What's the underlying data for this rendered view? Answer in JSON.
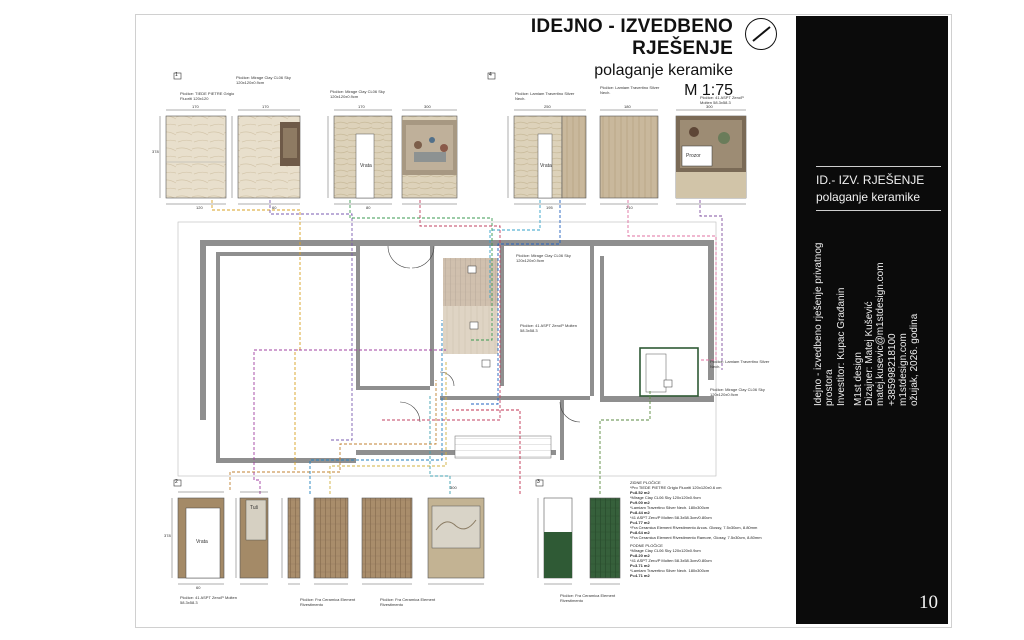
{
  "title": {
    "main": "IDEJNO - IZVEDBENO RJEŠENJE",
    "sub": "polaganje keramike",
    "scale": "M 1:75"
  },
  "sidebar": {
    "head_line1": "ID.- IZV. RJEŠENJE",
    "head_line2": "polaganje keramike",
    "info": [
      "Idejno - izvedbeno rješenje privatnog prostora",
      "Investitor: Kupac Građanin",
      "M1st design",
      "Dizajner: Matej Kušević",
      "matej.kusevic@m1stdesign.com",
      "+385998218100",
      "m1stdesign.com",
      "ožujak, 2026. godina"
    ],
    "page_number": "10"
  },
  "labels": {
    "sec1": "1",
    "sec2": "2",
    "sec3": "3",
    "sec4": "4",
    "vrata": "Vrata",
    "prozor": "Prozor",
    "tuš": "Tuš"
  },
  "dims": {
    "d170": "170",
    "d120": "120",
    "d300": "300",
    "d60": "60",
    "d250": "250",
    "d378": "378",
    "d180": "180",
    "d210": "210",
    "d195": "195",
    "d80": "80"
  },
  "legend": {
    "zidne_title": "ZIDNE PLOČICE",
    "zidne": [
      "*Pro TIEDE PIETRE Grigio Fluoriti 120x120x0.6 cm",
      "P=8.52 m2",
      "*Mirage Clay CL06 Sky 120x120x0.9cm",
      "P=9.00 m2",
      "*Lamiam Travertino Silver Nech. 180x300cm",
      "P=8.44 m2",
      "*41 ASPT Zero/P Molten 58.3x58.3cm/0.80cm",
      "P=4.77 m2",
      "*Fra Ceramica Element Rivestimento Arcos. Glossy, 7.5x30cm, 8.80mm",
      "P=8.64 m2",
      "*Fra Ceramica Element Rivestimento Ramore, Glossy, 7.5x30cm, 8.80mm"
    ],
    "podne_title": "PODNE PLOČICE",
    "podne": [
      "*Mirage Clay CL06 Sky 120x120x0.9cm",
      "P=8.20 m2",
      "*41 ASPT Zero/P Molten 58.3x58.3cm/0.80cm",
      "P=3.71 m2",
      "*Lamiam Travertino Silver Nech. 180x300cm",
      "P=4.71 m2"
    ]
  },
  "tile_notes": {
    "n1": "Pločice: Mirage Clay CL06 Sky 120x120x0.9cm",
    "n2": "Pločice: TIEDE PIETRE Grigio Fluoriti 120x120",
    "n3": "Pločice: Lamiam Travertino Silver Nech.",
    "n4": "Pločice: 41 ASPT Zero/P Molten 58.3x58.3",
    "n5": "Pločice: Fra Ceramica Element Rivestimento",
    "n6": "Pločice: Mirage Clay CL06 Sky 120x120x0.9cm"
  },
  "colors": {
    "sidebar": "#0b0b0b",
    "travertine": "#d8ccb2",
    "marble": "#e6dcc8",
    "wood": "#a68a6a",
    "green": "#2f5a35",
    "mural": "#8a7a66"
  }
}
